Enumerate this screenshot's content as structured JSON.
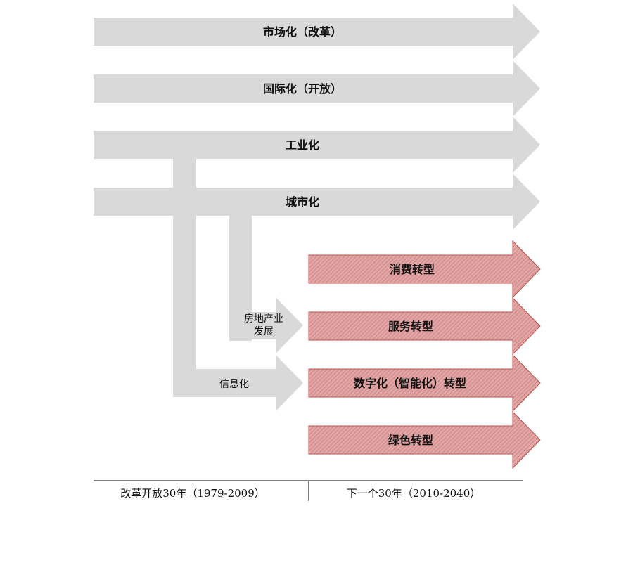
{
  "colors": {
    "gray_arrow": "#d9d9d9",
    "red_fill": "#e4a5a5",
    "red_stroke": "#c0504d",
    "hatch": "#b87a7a",
    "timeline": "#7f7f7f"
  },
  "main_arrows": [
    {
      "label": "市场化（改革）"
    },
    {
      "label": "国际化（开放）"
    },
    {
      "label": "工业化"
    },
    {
      "label": "城市化"
    }
  ],
  "branches": {
    "real_estate": [
      "房地产业",
      "发展"
    ],
    "informatization": "信息化"
  },
  "transformations": [
    {
      "label": "消费转型"
    },
    {
      "label": "服务转型"
    },
    {
      "label": "数字化（智能化）转型"
    },
    {
      "label": "绿色转型"
    }
  ],
  "timeline": {
    "left": "改革开放30年（1979-2009）",
    "right": "下一个30年（2010-2040）"
  }
}
